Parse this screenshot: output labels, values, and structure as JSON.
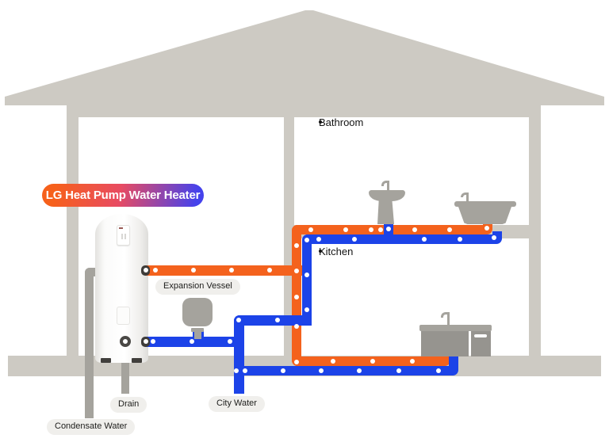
{
  "badge": {
    "label": "LG Heat Pump Water Heater"
  },
  "rooms": {
    "bathroom_label": "Bathroom",
    "kitchen_label": "Kitchen"
  },
  "pipe_labels": {
    "expansion_vessel": "Expansion Vessel",
    "drain": "Drain",
    "city_water": "City Water",
    "condensate_water": "Condensate Water"
  },
  "colors": {
    "hot_water_pipe": "#F4621D",
    "cold_water_pipe": "#1C43E8",
    "house_structure": "#CDCAC3",
    "fixtures": "#A5A39D",
    "cabinets": "#96948F",
    "label_background": "#F0EFEC",
    "badge_gradient_start": "#F6601B",
    "badge_gradient_mid": "#E84B62",
    "badge_gradient_end": "#4542EC"
  }
}
